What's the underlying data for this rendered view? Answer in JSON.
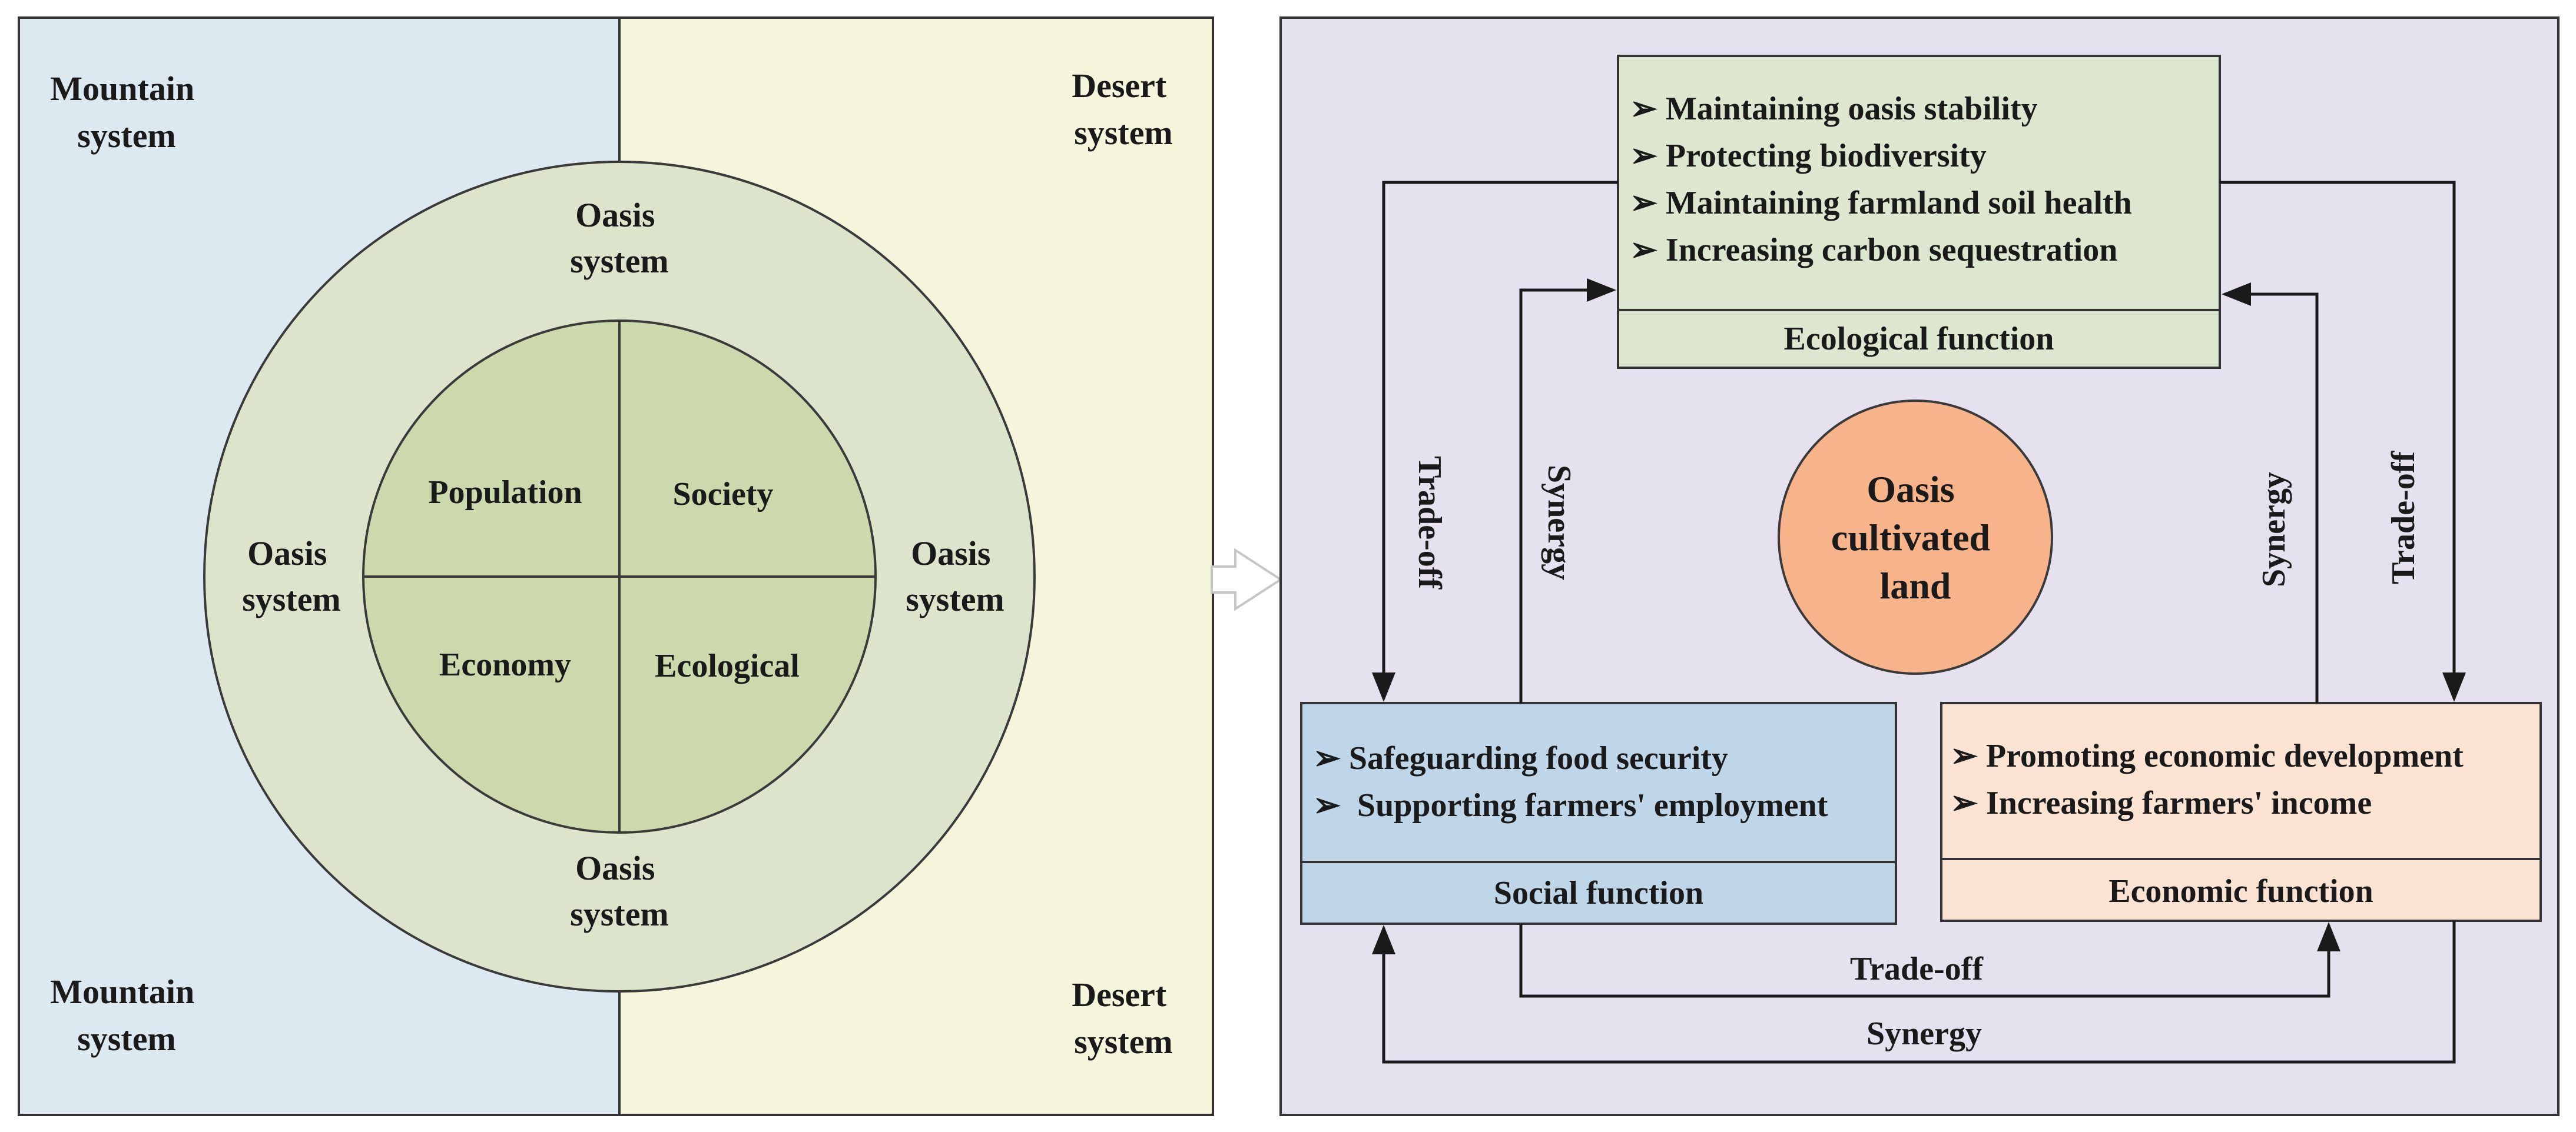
{
  "left_panel": {
    "mountain_top": [
      "Mountain",
      "system"
    ],
    "mountain_bottom": [
      "Mountain",
      "system"
    ],
    "desert_top": [
      "Desert",
      "system"
    ],
    "desert_bottom": [
      "Desert",
      "system"
    ],
    "oasis_top": [
      "Oasis",
      "system"
    ],
    "oasis_left": [
      "Oasis",
      "system"
    ],
    "oasis_right": [
      "Oasis",
      "system"
    ],
    "oasis_bottom": [
      "Oasis",
      "system"
    ],
    "quadrants": {
      "population": "Population",
      "society": "Society",
      "economy": "Economy",
      "ecological": "Ecological"
    },
    "colors": {
      "mountain_bg": "#dde9f1",
      "desert_bg": "#f5f5dc",
      "outer_ring": "#dde4cc",
      "inner_circle": "#cbd9ad"
    }
  },
  "right_panel": {
    "ecological_box": {
      "bullets": [
        "Maintaining oasis stability",
        "Protecting biodiversity",
        "Maintaining farmland soil health",
        "Increasing carbon sequestration"
      ],
      "title": "Ecological function",
      "color": "#dde7cf"
    },
    "social_box": {
      "bullets": [
        "Safeguarding food security",
        " Supporting farmers' employment"
      ],
      "title": "Social function",
      "color": "#bed6e8"
    },
    "economic_box": {
      "bullets": [
        "Promoting economic development",
        "Increasing farmers' income"
      ],
      "title": "Economic function",
      "color": "#fbe3d3"
    },
    "center": {
      "lines": [
        "Oasis",
        "cultivated",
        "land"
      ],
      "color": "#f7b48a"
    },
    "links": {
      "left_outer": "Trade-off",
      "left_inner": "Synergy",
      "right_inner": "Synergy",
      "right_outer": "Trade-off",
      "bottom_inner": "Trade-off",
      "bottom_outer": "Synergy"
    },
    "bg_color": "#e6e1ee"
  }
}
